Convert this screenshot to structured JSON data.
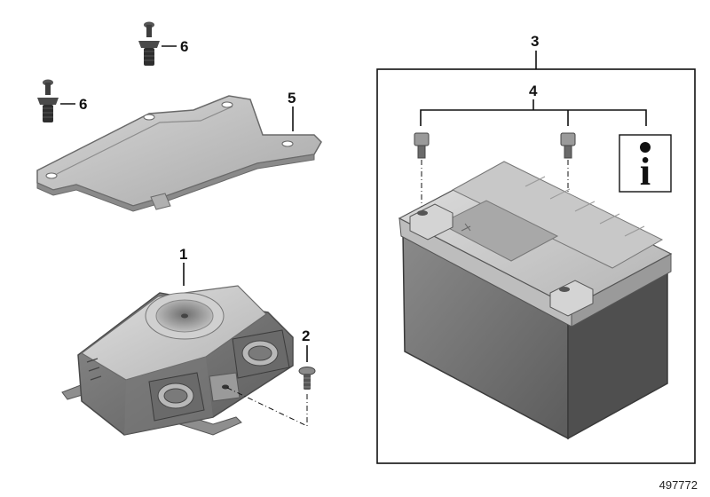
{
  "callouts": {
    "battery_kit": "3",
    "battery_bolts": "4",
    "bracket": "5",
    "screw_top": "6",
    "screw_mid": "6",
    "alarm_unit": "1",
    "alarm_screw": "2"
  },
  "info_box": {
    "glyph": "i"
  },
  "document_number": "497772",
  "colors": {
    "part_light": "#c4c4c4",
    "part_mid": "#9a9a9a",
    "part_dark": "#5a5a5a",
    "battery_body": "#6e6e6e",
    "line": "#111111"
  }
}
